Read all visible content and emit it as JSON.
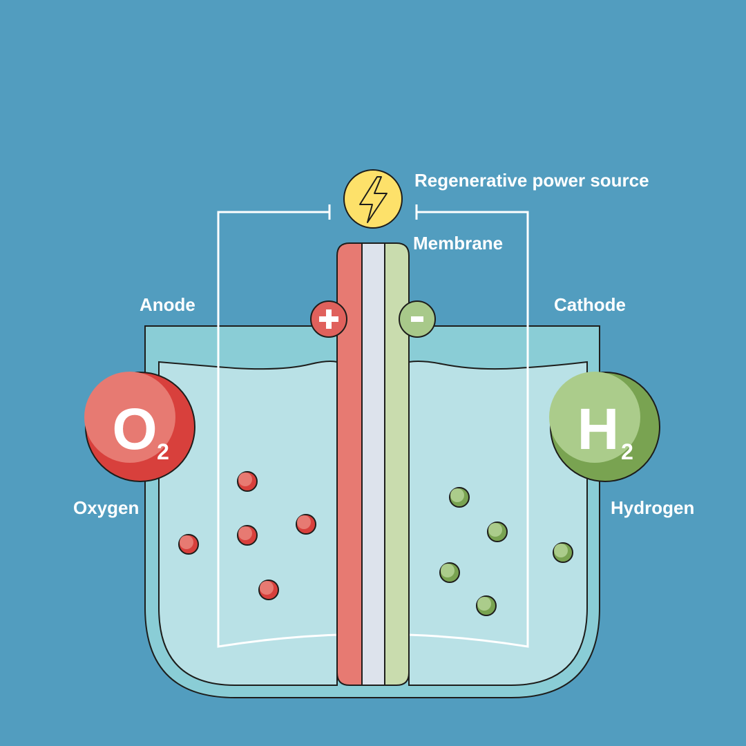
{
  "labels": {
    "power_source": "Regenerative power source",
    "membrane": "Membrane",
    "anode": "Anode",
    "cathode": "Cathode",
    "oxygen": "Oxygen",
    "hydrogen": "Hydrogen"
  },
  "molecules": {
    "oxygen": {
      "letter": "O",
      "subscript": "2"
    },
    "hydrogen": {
      "letter": "H",
      "subscript": "2"
    }
  },
  "electrodes": {
    "anode_sign": "+",
    "cathode_sign": "-"
  },
  "icons": {
    "power": "lightning-bolt-icon"
  },
  "colors": {
    "background": "#529dbf",
    "tank_outer": "#8acdd6",
    "electrolyte": "#b9e1e6",
    "anode": "#e77a72",
    "membrane": "#dde3ec",
    "cathode": "#c9dcae",
    "oxygen": "#d8403c",
    "hydrogen": "#9dc07a",
    "power": "#fde16a"
  }
}
